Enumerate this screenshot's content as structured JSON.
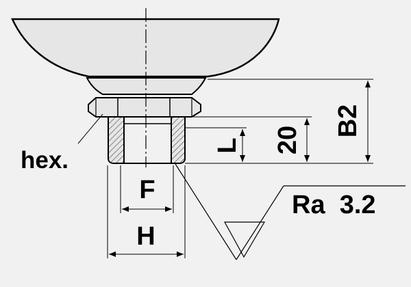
{
  "colors": {
    "background": "#f1f1f1",
    "cup_fill": "#e6e6e6",
    "hatch": "#555555",
    "line": "#000000"
  },
  "labels": {
    "hex": "hex.",
    "F": "F",
    "H": "H",
    "L": "L",
    "dim_20": "20",
    "B2": "B2",
    "roughness": "Ra  3.2"
  }
}
